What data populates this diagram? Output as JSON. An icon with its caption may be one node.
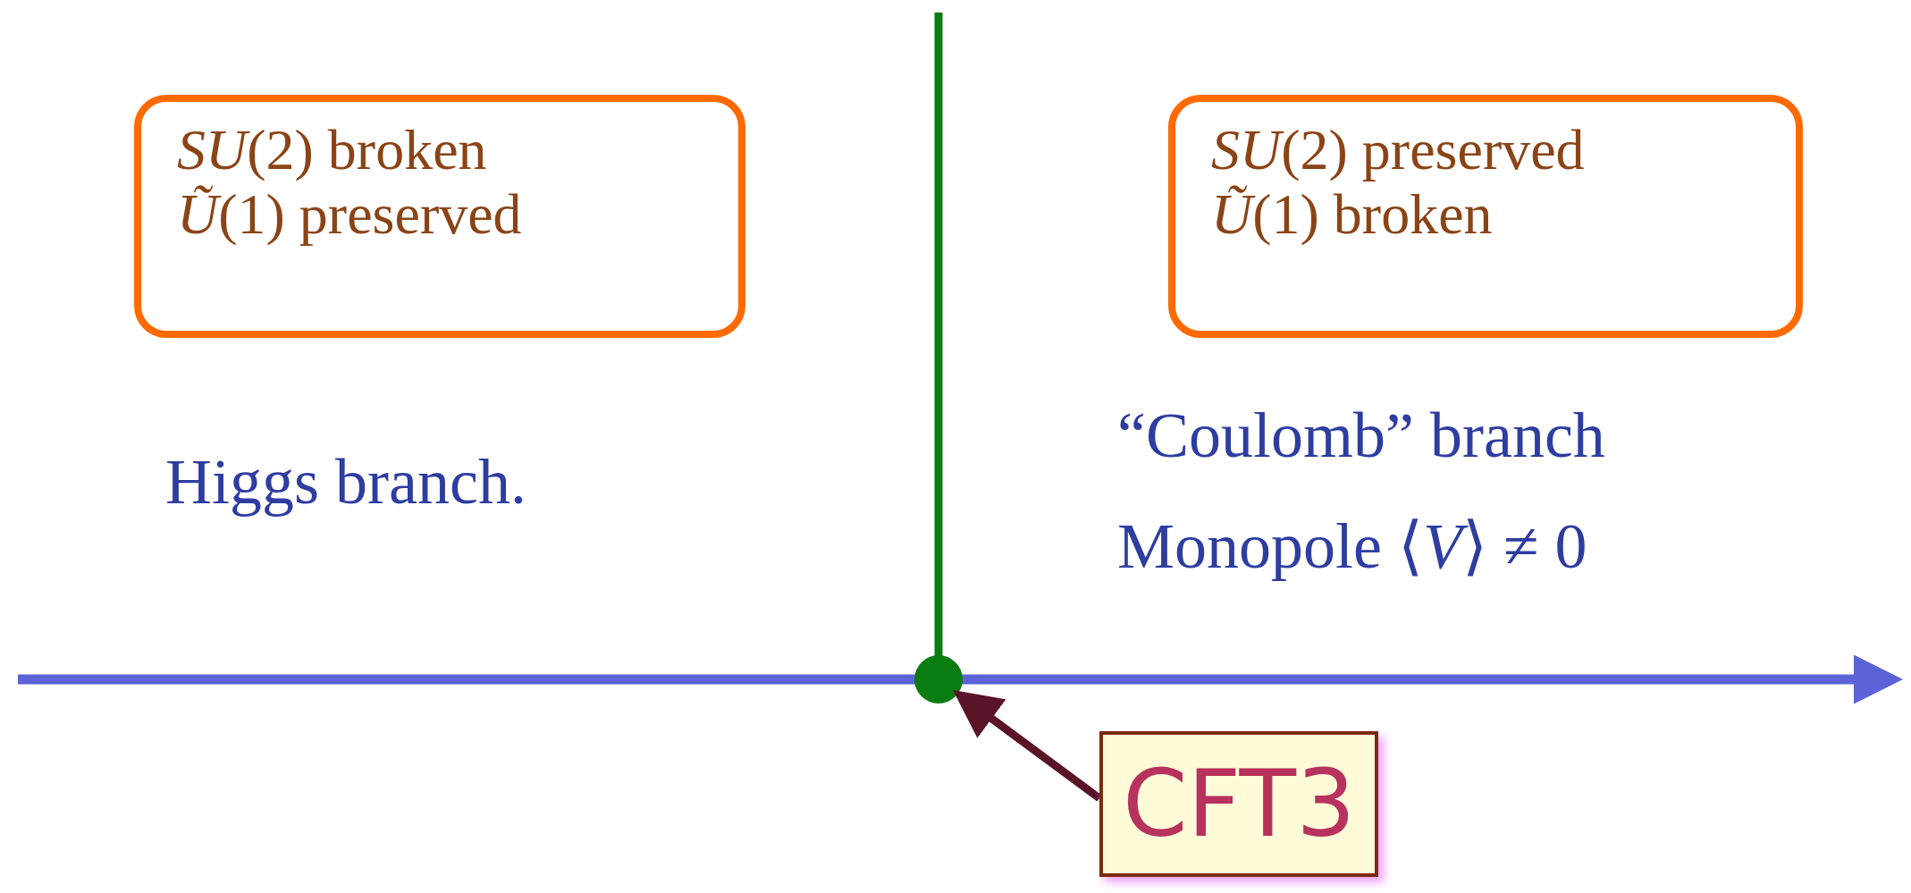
{
  "diagram": {
    "nodes": [
      {
        "text": [
          "*SU*(2) broken",
          "*Ũ*(1) preserved"
        ]
      },
      {
        "text": [
          "*SU*(2) preserved",
          "*Ũ*(1) broken"
        ]
      },
      {
        "text": [],
        "shape": "circle"
      },
      {
        "text": [
          "CFT3"
        ]
      }
    ],
    "edges": [
      {
        "from": 3,
        "to": 2,
        "arrow": "to"
      }
    ],
    "labels": [
      "Higgs branch.",
      "“Coulomb” branch",
      "Monopole ⟨*V*⟩ ≠ 0"
    ]
  }
}
